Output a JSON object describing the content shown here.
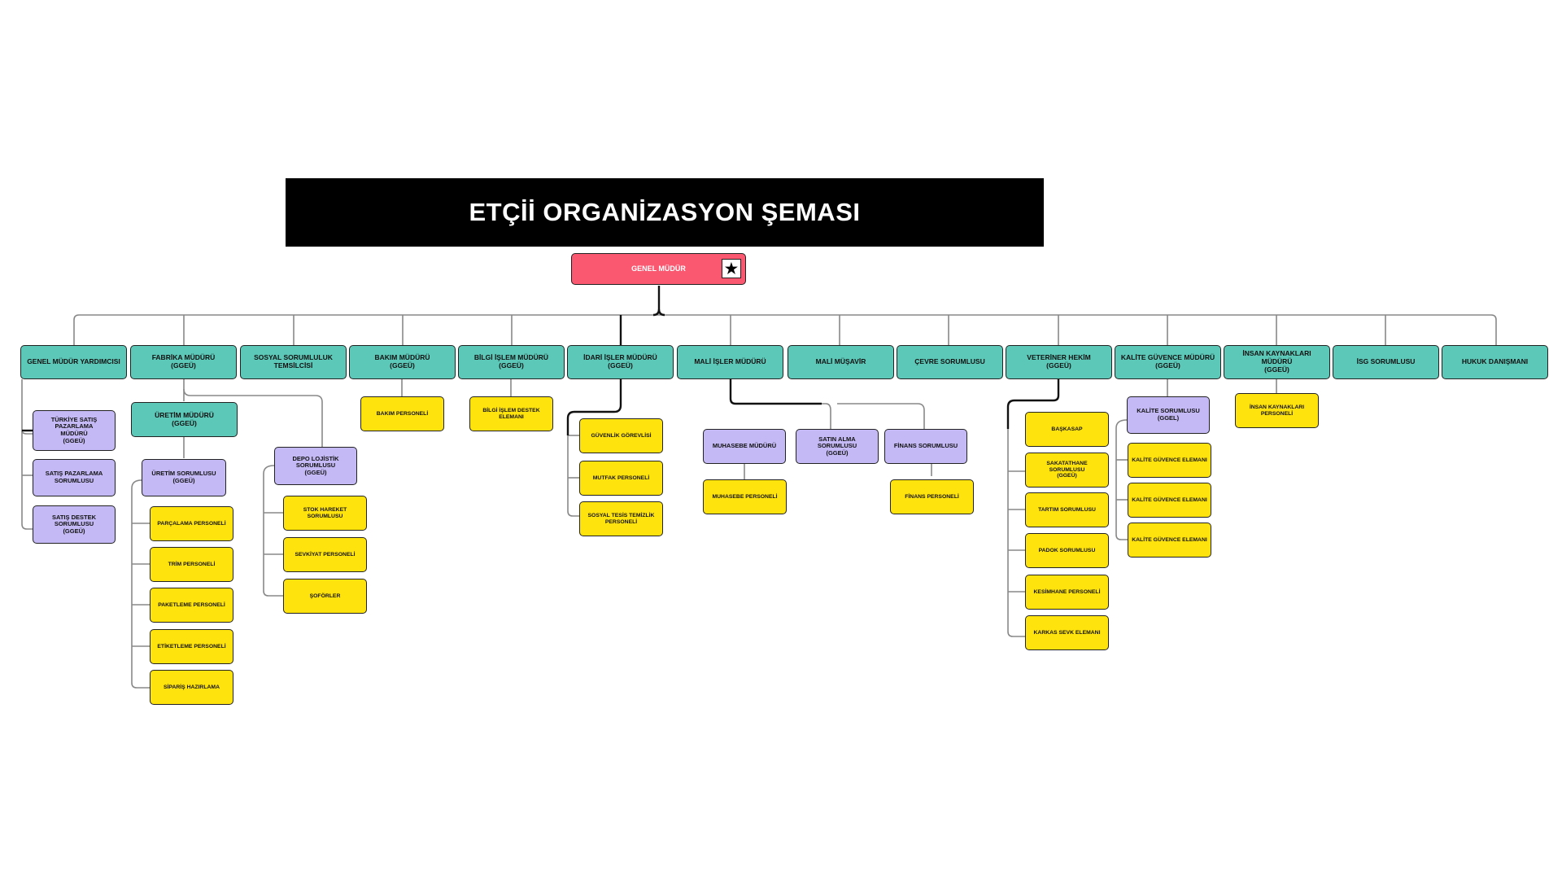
{
  "title": "ETÇİİ ORGANİZASYON ŞEMASI",
  "colors": {
    "title_bg": "#000000",
    "root": "#fa5871",
    "level1": "#5cc8b8",
    "level2": "#c4b9f5",
    "staff": "#ffe30d",
    "line": "#888888"
  },
  "root": {
    "label": "GENEL MÜDÜR",
    "icon": "star-icon"
  },
  "departments": {
    "genel_mudur_yardimcisi": "GENEL MÜDÜR YARDIMCISI",
    "fabrika_muduru": "FABRİKA MÜDÜRÜ\n(GGEÜ)",
    "sosyal_sorumluluk": "SOSYAL SORUMLULUK\nTEMSİLCİSİ",
    "bakim_muduru": "BAKIM MÜDÜRÜ\n(GGEÜ)",
    "bilgi_islem_muduru": "BİLGİ İŞLEM MÜDÜRÜ\n(GGEÜ)",
    "idari_isler_muduru": "İDARİ İŞLER MÜDÜRÜ\n(GGEÜ)",
    "mali_isler_muduru": "MALİ İŞLER MÜDÜRÜ",
    "mali_musavir": "MALİ MÜŞAVİR",
    "cevre_sorumlusu": "ÇEVRE SORUMLUSU",
    "veteriner_hekim": "VETERİNER HEKİM\n(GGEÜ)",
    "kalite_guvence_muduru": "KALİTE GÜVENCE MÜDÜRÜ\n(GGEÜ)",
    "insan_kaynaklari_muduru": "İNSAN KAYNAKLARI MÜDÜRÜ\n(GGEÜ)",
    "isg_sorumlusu": "İSG SORUMLUSU",
    "hukuk_danismani": "HUKUK DANIŞMANI"
  },
  "units": {
    "turkiye_satis": "TÜRKİYE SATIŞ PAZARLAMA\nMÜDÜRÜ\n(GGEÜ)",
    "satis_pazarlama": "SATIŞ PAZARLAMA\nSORUMLUSU",
    "satis_destek": "SATIŞ DESTEK\nSORUMLUSU\n(GGEÜ)",
    "uretim_muduru": "ÜRETİM MÜDÜRÜ\n(GGEÜ)",
    "uretim_sorumlusu": "ÜRETİM SORUMLUSU\n(GGEÜ)",
    "depo_lojistik": "DEPO LOJİSTİK\nSORUMLUSU\n(GGEÜ)",
    "muhasebe_muduru": "MUHASEBE MÜDÜRÜ",
    "satin_alma": "SATIN ALMA SORUMLUSU\n(GGEÜ)",
    "finans_sorumlusu": "FİNANS SORUMLUSU",
    "kalite_sorumlusu": "KALİTE SORUMLUSU\n(GGEL)"
  },
  "staff": {
    "parcalama": "PARÇALAMA PERSONELİ",
    "trim": "TRİM PERSONELİ",
    "paketleme": "PAKETLEME PERSONELİ",
    "etiketleme": "ETİKETLEME PERSONELİ",
    "siparis": "SİPARİŞ HAZIRLAMA",
    "stok_hareket": "STOK HAREKET SORUMLUSU",
    "sevkiyat": "SEVKİYAT PERSONELİ",
    "soforler": "ŞOFÖRLER",
    "bakim_personeli": "BAKIM PERSONELİ",
    "bilgi_islem_destek": "BİLGİ İŞLEM DESTEK ELEMANI",
    "guvenlik": "GÜVENLİK GÖREVLİSİ",
    "mutfak": "MUTFAK PERSONELİ",
    "sosyal_tesis": "SOSYAL TESİS TEMİZLİK\nPERSONELİ",
    "muhasebe_personeli": "MUHASEBE PERSONELİ",
    "finans_personeli": "FİNANS PERSONELİ",
    "baskasap": "BAŞKASAP",
    "sakatathane": "SAKATATHANE SORUMLUSU\n(GGEÜ)",
    "tartim": "TARTIM SORUMLUSU",
    "padok": "PADOK SORUMLUSU",
    "kesimhane": "KESİMHANE PERSONELİ",
    "karkas": "KARKAS SEVK ELEMANI",
    "kalite_eleman_1": "KALİTE GÜVENCE ELEMANI",
    "kalite_eleman_2": "KALİTE GÜVENCE ELEMANI",
    "kalite_eleman_3": "KALİTE GÜVENCE ELEMANI",
    "ik_personeli": "İNSAN KAYNAKLARI PERSONELİ"
  }
}
